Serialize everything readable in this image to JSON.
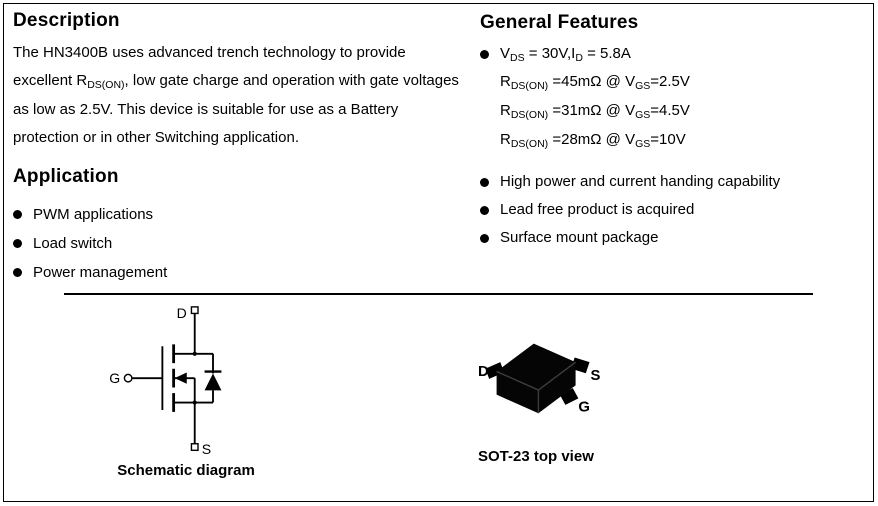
{
  "page": {
    "description": {
      "title": "Description",
      "body": [
        {
          "t": "The HN3400B uses advanced trench technology to provide excellent R"
        },
        {
          "s": "DS(ON)"
        },
        {
          "t": ", low gate charge and operation with gate voltages as low as 2.5V. This device is suitable for use as a Battery protection or in other Switching application."
        }
      ]
    },
    "application": {
      "title": "Application",
      "items": [
        "PWM applications",
        "Load switch",
        "Power management"
      ]
    },
    "features": {
      "title": "General Features",
      "spec_bullet": [
        {
          "t": "V"
        },
        {
          "s": "DS"
        },
        {
          "t": " = 30V,I"
        },
        {
          "s": "D"
        },
        {
          "t": " = 5.8A"
        }
      ],
      "rds_lines": [
        [
          {
            "t": "R"
          },
          {
            "s": "DS(ON)"
          },
          {
            "t": " =45mΩ @ V"
          },
          {
            "s": "GS"
          },
          {
            "t": "=2.5V"
          }
        ],
        [
          {
            "t": "R"
          },
          {
            "s": "DS(ON)"
          },
          {
            "t": " =31mΩ @ V"
          },
          {
            "s": "GS"
          },
          {
            "t": "=4.5V"
          }
        ],
        [
          {
            "t": "R"
          },
          {
            "s": "DS(ON)"
          },
          {
            "t": " =28mΩ @ V"
          },
          {
            "s": "GS"
          },
          {
            "t": "=10V"
          }
        ]
      ],
      "bullets": [
        "High power and current handing capability",
        "Lead free product is acquired",
        "Surface mount package"
      ]
    },
    "schematic": {
      "caption": "Schematic diagram",
      "terminals": {
        "drain": "D",
        "gate": "G",
        "source": "S"
      }
    },
    "package_view": {
      "caption": "SOT-23 top view",
      "pins": {
        "drain": "D",
        "source": "S",
        "gate": "G"
      }
    }
  }
}
